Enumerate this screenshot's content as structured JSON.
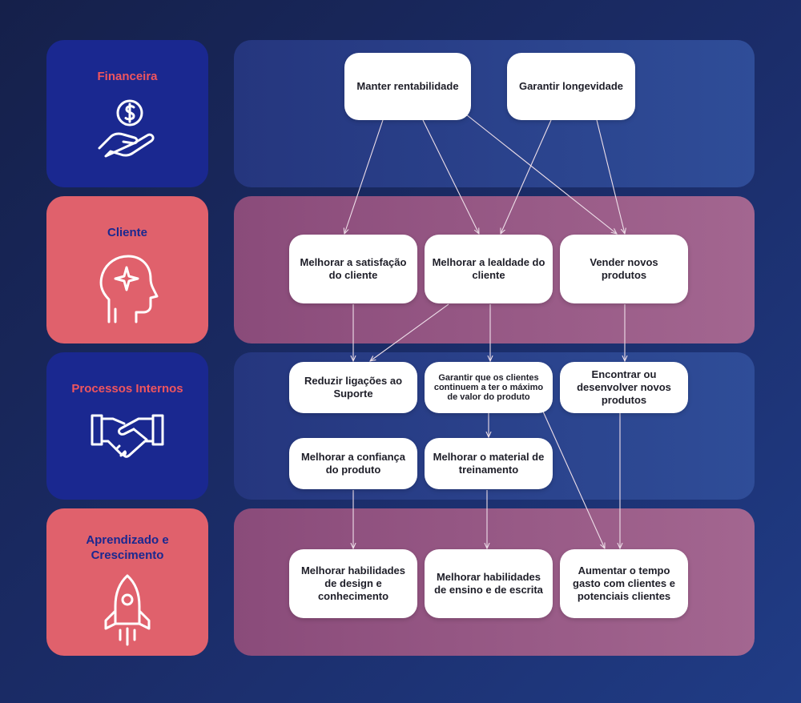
{
  "perspectives": [
    {
      "title": "Financeira",
      "icon": "hand-dollar-icon"
    },
    {
      "title": "Cliente",
      "icon": "head-star-icon"
    },
    {
      "title": "Processos Internos",
      "icon": "handshake-icon"
    },
    {
      "title": "Aprendizado e Crescimento",
      "icon": "rocket-icon"
    }
  ],
  "nodes": {
    "manter_rentabilidade": "Manter rentabilidade",
    "garantir_longevidade": "Garantir longevidade",
    "melhorar_satisfacao": "Melhorar a satisfação do cliente",
    "melhorar_lealdade": "Melhorar a lealdade do cliente",
    "vender_novos": "Vender novos produtos",
    "reduzir_ligacoes": "Reduzir ligações ao Suporte",
    "garantir_clientes": "Garantir que os clientes continuem a ter o máximo de valor do produto",
    "encontrar_produtos": "Encontrar ou desenvolver novos produtos",
    "melhorar_confianca": "Melhorar a confiança do produto",
    "melhorar_material": "Melhorar o material de treinamento",
    "melhorar_design": "Melhorar habilidades de design e conhecimento",
    "melhorar_ensino": "Melhorar habilidades de ensino e de escrita",
    "aumentar_tempo": "Aumentar o tempo gasto com clientes e potenciais clientes"
  },
  "colors": {
    "background": "#1b2d6a",
    "blue_card": "#1a2890",
    "red_card": "#e0616c",
    "accent_red_text": "#f0555e",
    "blue_text": "#1a2890",
    "link": "#eedfe9"
  }
}
